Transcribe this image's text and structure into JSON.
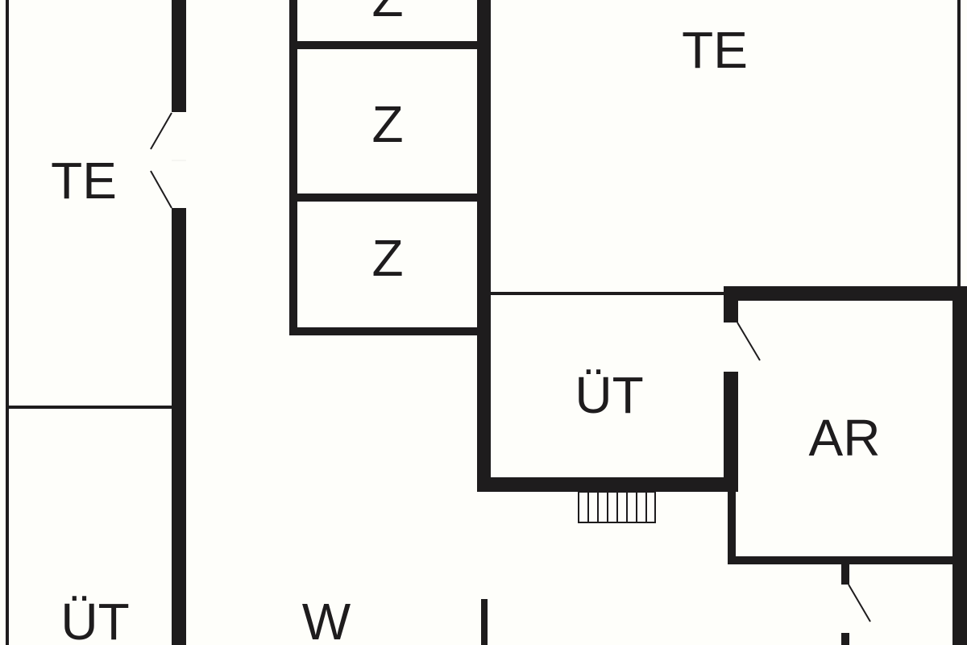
{
  "plan": {
    "title": "Floor plan",
    "colors": {
      "background": "#fefefa",
      "wall": "#1e1c1d"
    },
    "rooms": [
      {
        "id": "te-left",
        "label": "TE"
      },
      {
        "id": "z-top",
        "label": "Z"
      },
      {
        "id": "z-middle",
        "label": "Z"
      },
      {
        "id": "z-bottom",
        "label": "Z"
      },
      {
        "id": "te-right",
        "label": "TE"
      },
      {
        "id": "ut-center",
        "label": "ÜT"
      },
      {
        "id": "ar",
        "label": "AR"
      },
      {
        "id": "ut-left",
        "label": "ÜT"
      },
      {
        "id": "w",
        "label": "W"
      }
    ]
  }
}
